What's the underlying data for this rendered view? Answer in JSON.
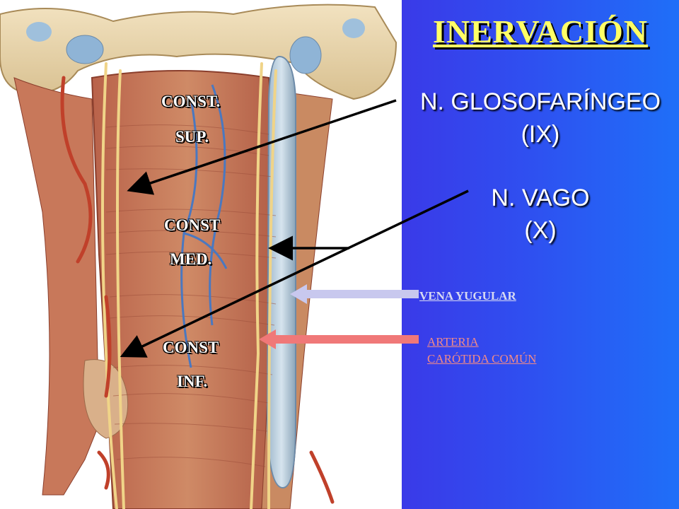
{
  "slide": {
    "title": "INERVACIÓN",
    "nerves": [
      {
        "name": "N. GLOSOFARÍNGEO",
        "number": "(IX)"
      },
      {
        "name": "N. VAGO",
        "number": "(X)"
      }
    ],
    "vessel_labels": {
      "vein": "VENA YUGULAR",
      "artery_line1": "ARTERIA",
      "artery_line2": "CARÓTIDA COMÚN"
    },
    "constrictor_labels": {
      "superior_line1": "CONST.",
      "superior_line2": "SUP.",
      "middle_line1": "CONST",
      "middle_line2": "MED.",
      "inferior_line1": "CONST",
      "inferior_line2": "INF."
    }
  },
  "colors": {
    "panel_gradient_left": "#3a3ae8",
    "panel_gradient_right": "#1f6ff8",
    "title_color": "#ffff66",
    "vein_arrow": "#c8c8ee",
    "artery_arrow": "#f07878"
  }
}
